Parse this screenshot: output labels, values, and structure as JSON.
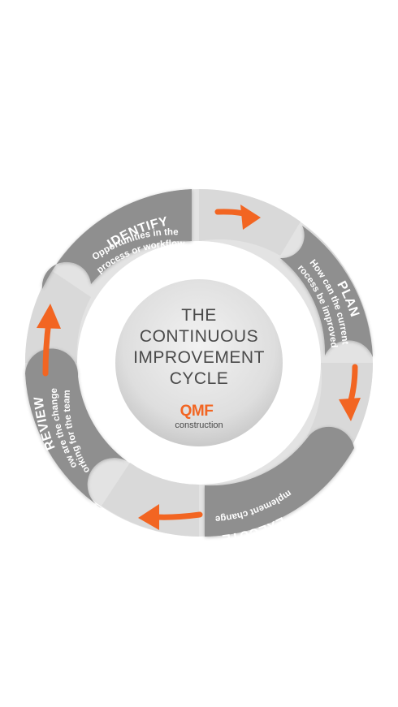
{
  "center": {
    "title_lines": [
      "THE",
      "CONTINUOUS",
      "IMPROVEMENT",
      "CYCLE"
    ]
  },
  "logo": {
    "brand": "QMF",
    "sub": "construction"
  },
  "segments": {
    "identify": {
      "title": "IDENTIFY",
      "lines": [
        "Opportunities in the",
        "process or workflow"
      ]
    },
    "plan": {
      "title": "PLAN",
      "lines": [
        "How can the current",
        "process be improved?"
      ]
    },
    "execute": {
      "title": "EXECUTE",
      "lines": [
        "Implement changes"
      ]
    },
    "review": {
      "title": "REVIEW",
      "lines": [
        "How are the changes",
        "working for the team?"
      ]
    }
  },
  "colors": {
    "segment_dark": "#8c8c8c",
    "segment_light": "#d8d8d8",
    "arrow": "#f26522",
    "center": "#e4e4e4",
    "logo_brand": "#f26522"
  }
}
